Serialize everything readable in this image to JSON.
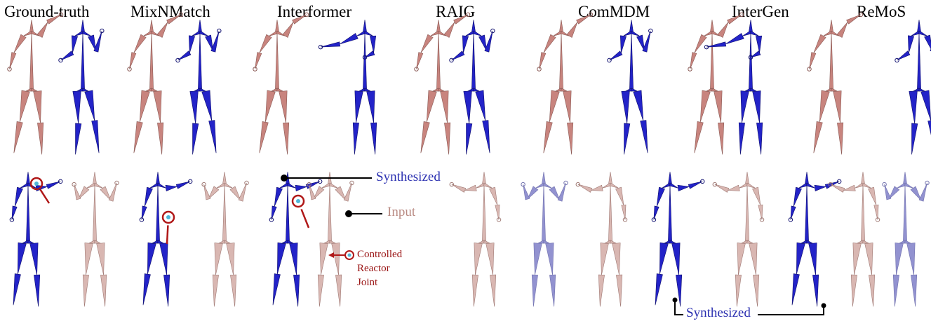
{
  "headers": [
    "Ground-truth",
    "MixNMatch",
    "Interformer",
    "RAIG",
    "ComMDM",
    "InterGen",
    "ReMoS"
  ],
  "annotations": {
    "synthesized_top": "Synthesized",
    "input": "Input",
    "controlled_line1": "Controlled",
    "controlled_line2": "Reactor",
    "controlled_line3": "Joint",
    "synthesized_bottom": "Synthesized"
  },
  "colors": {
    "reactor": "#2323c8",
    "reactor_dark": "#101070",
    "actor": "#c8847e",
    "actor_light": "#d9b7b2",
    "reactor_light": "#7f7fc8",
    "control_marker": "#b01818",
    "label_blue": "#2a2fb0",
    "label_input": "#b98a82",
    "label_red": "#9a1414"
  }
}
